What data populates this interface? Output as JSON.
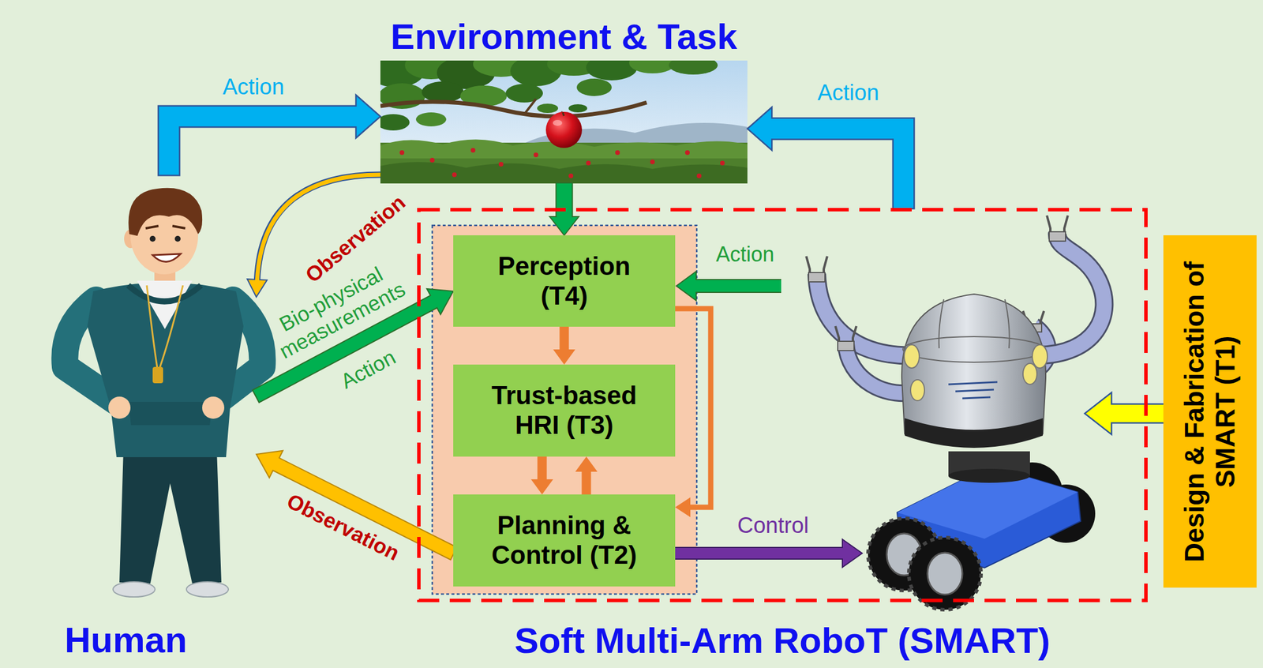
{
  "diagram": {
    "nodes": [
      {
        "text": [
          "Environment & Task"
        ]
      },
      {
        "text": [
          "Human"
        ]
      },
      {
        "text": [
          "Soft Multi-Arm RoboT (SMART)"
        ]
      },
      {
        "text": [
          "Perception (T4)"
        ],
        "in": 2
      },
      {
        "text": [
          "Trust-based HRI (T3)"
        ],
        "in": 2
      },
      {
        "text": [
          "Planning & Control (T2)"
        ],
        "in": 2
      },
      {
        "text": [
          "Design & Fabrication of SMART (T1)"
        ]
      }
    ],
    "edges": [
      {
        "from": 1,
        "to": 0,
        "label": "Action",
        "arrow": "to"
      },
      {
        "from": 2,
        "to": 0,
        "label": "Action",
        "arrow": "to"
      },
      {
        "from": 0,
        "to": 1,
        "label": "Observation",
        "arrow": "to"
      },
      {
        "from": 0,
        "to": 3,
        "arrow": "to"
      },
      {
        "from": 1,
        "to": 3,
        "label": "Bio-physical measurements",
        "arrow": "to"
      },
      {
        "from": 3,
        "to": 4,
        "arrow": "to"
      },
      {
        "from": 4,
        "to": 5,
        "arrow": "to"
      },
      {
        "from": 5,
        "to": 4,
        "arrow": "to"
      },
      {
        "from": 3,
        "to": 5,
        "arrow": "to"
      },
      {
        "from": 5,
        "to": 1,
        "label": "Observation",
        "arrow": "to"
      },
      {
        "from": 6,
        "to": 2,
        "arrow": "to"
      }
    ],
    "labels": [
      "Action",
      "Action",
      "Control"
    ]
  }
}
